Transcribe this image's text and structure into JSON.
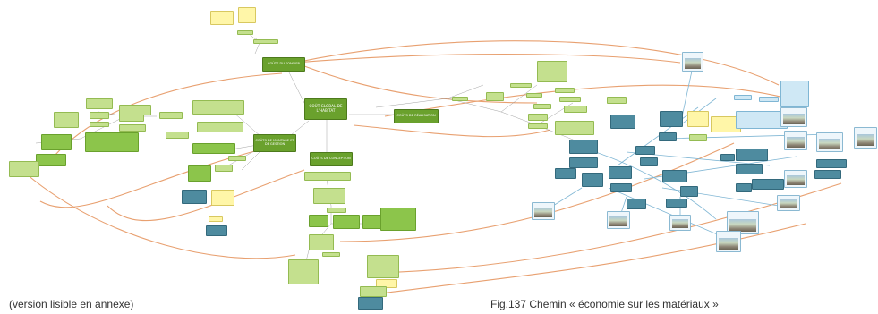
{
  "captions": {
    "left": "(version lisible en annexe)",
    "right": "Fig.137  Chemin « économie sur les matériaux »"
  },
  "nodes": {
    "center": "COÛT GLOBAL DE L'HABITAT",
    "foncier": "COÛTS DU FONCIER",
    "montage": "COÛTS DE MONTAGE ET DE GESTION",
    "conception": "COÛTS DE CONCEPTION",
    "realisation": "COÛTS DE RÉALISATION"
  },
  "colors": {
    "main": "#6aa12d",
    "light_green": "#c4e08e",
    "green": "#8cc54b",
    "yellow": "#fff6a8",
    "teal": "#4e8b9f",
    "light_blue": "#cfe8f5",
    "connector_orange": "#e8a070",
    "connector_blue": "#7fb6d4"
  }
}
